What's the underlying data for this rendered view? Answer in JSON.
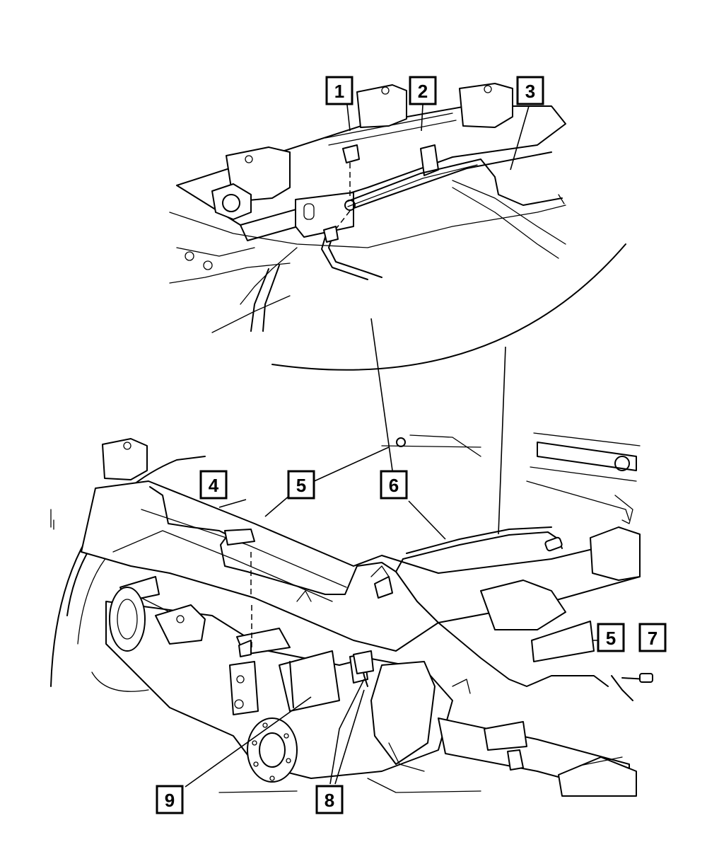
{
  "diagram": {
    "callouts": [
      {
        "id": "1",
        "label": "1"
      },
      {
        "id": "2",
        "label": "2"
      },
      {
        "id": "3",
        "label": "3"
      },
      {
        "id": "4",
        "label": "4"
      },
      {
        "id": "5a",
        "label": "5"
      },
      {
        "id": "6",
        "label": "6"
      },
      {
        "id": "5b",
        "label": "5"
      },
      {
        "id": "7",
        "label": "7"
      },
      {
        "id": "8",
        "label": "8"
      },
      {
        "id": "9",
        "label": "9"
      }
    ]
  }
}
